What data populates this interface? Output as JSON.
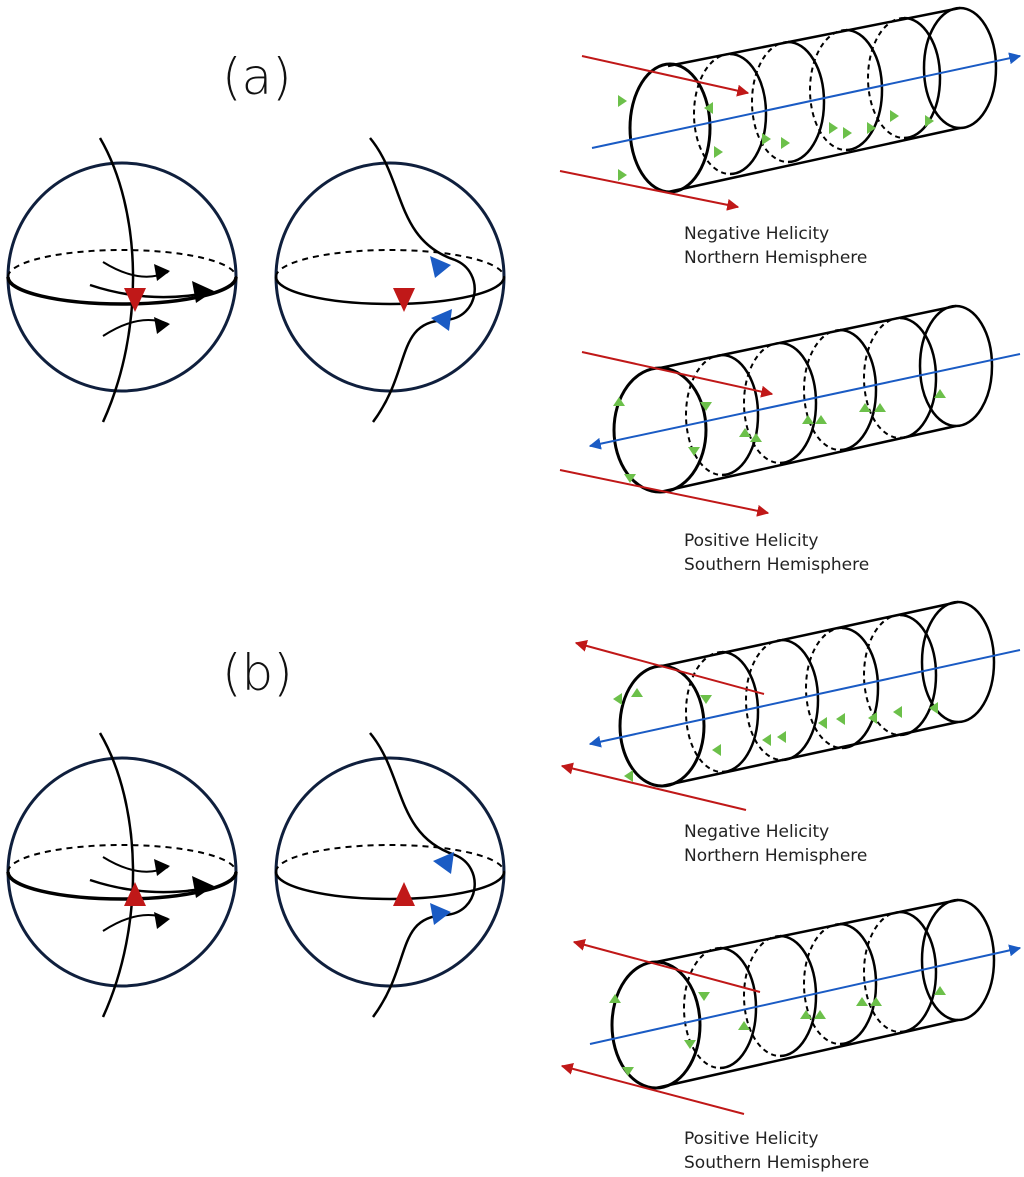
{
  "panels": [
    {
      "label": "(a)"
    },
    {
      "label": "(b)"
    }
  ],
  "flux_ropes": [
    {
      "helicity": "Negative Helicity",
      "hemisphere": "Northern Hemisphere"
    },
    {
      "helicity": "Positive Helicity",
      "hemisphere": "Southern Hemisphere"
    },
    {
      "helicity": "Negative Helicity",
      "hemisphere": "Northern Hemisphere"
    },
    {
      "helicity": "Positive Helicity",
      "hemisphere": "Southern Hemisphere"
    }
  ],
  "colors": {
    "sphere_outline": "#0f1f3d",
    "line": "#000000",
    "red_arrow": "#c01818",
    "blue_arrow": "#1a5bc4",
    "green_arrow": "#6cc04a"
  }
}
